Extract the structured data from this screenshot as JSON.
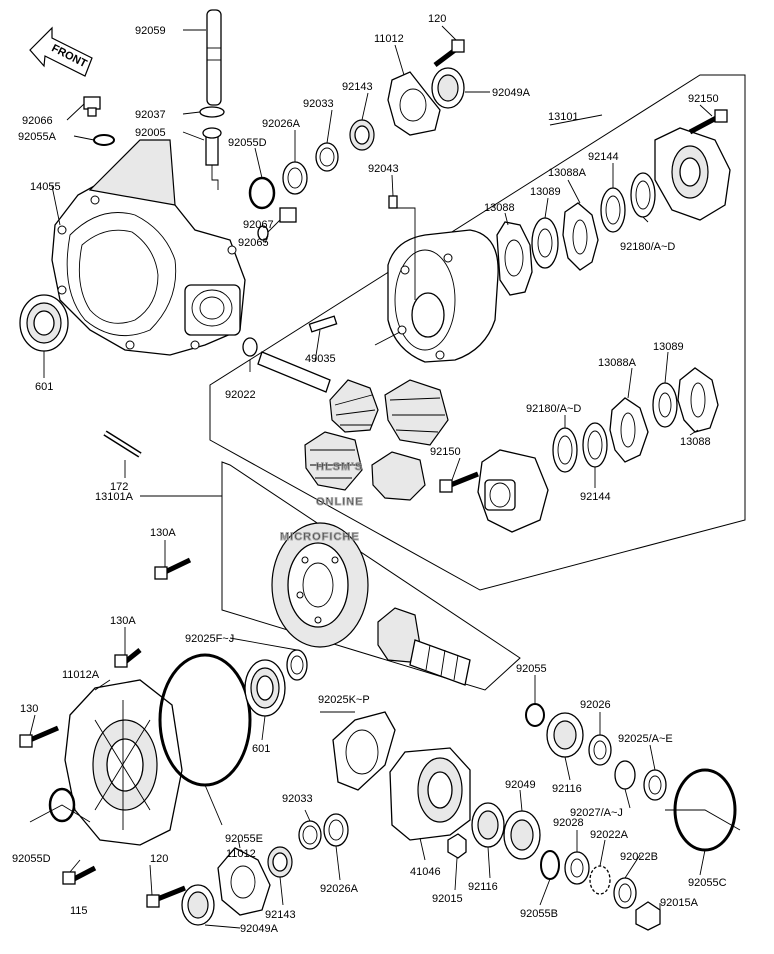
{
  "orientation": {
    "label": "FRONT",
    "icon": "front-arrow-icon"
  },
  "watermark": [
    "HLSM'S",
    "ONLINE",
    "MICROFICHE"
  ],
  "callouts": {
    "c92059": "92059",
    "c92037": "92037",
    "c92005": "92005",
    "c92066": "92066",
    "c92055A": "92055A",
    "c14055": "14055",
    "c601a": "601",
    "c172": "172",
    "c13101A": "13101A",
    "c130Aa": "130A",
    "c120a": "120",
    "c11012a": "11012",
    "c92049A_a": "92049A",
    "c92143a": "92143",
    "c92033a": "92033",
    "c92026A_a": "92026A",
    "c92055D_a": "92055D",
    "c92043": "92043",
    "c92067": "92067",
    "c92065": "92065",
    "c13101": "13101",
    "c92150a": "92150",
    "c13088A_a": "13088A",
    "c92144a": "92144",
    "c13089a": "13089",
    "c13088a": "13088",
    "c92180a": "92180/A~D",
    "c49035": "49035",
    "c92022": "92022",
    "c13089b": "13089",
    "c13088A_b": "13088A",
    "c92180b": "92180/A~D",
    "c13088b": "13088",
    "c92150b": "92150",
    "c92144b": "92144",
    "c130Ab": "130A",
    "c11012A": "11012A",
    "c130": "130",
    "c92055D_b": "92055D",
    "c115": "115",
    "c120b": "120",
    "c92025FJ": "92025F~J",
    "c601b": "601",
    "c92025KP": "92025K~P",
    "c92055E": "92055E",
    "c11012b": "11012",
    "c92033b": "92033",
    "c92143b": "92143",
    "c92049A_b": "92049A",
    "c92026A_b": "92026A",
    "c41046": "41046",
    "c92015": "92015",
    "c92116a": "92116",
    "c92049": "92049",
    "c92055B": "92055B",
    "c92055": "92055",
    "c92026": "92026",
    "c92116b": "92116",
    "c92025AE": "92025/A~E",
    "c92027": "92027/A~J",
    "c92028": "92028",
    "c92022A": "92022A",
    "c92022B": "92022B",
    "c92015A": "92015A",
    "c92055C": "92055C"
  }
}
